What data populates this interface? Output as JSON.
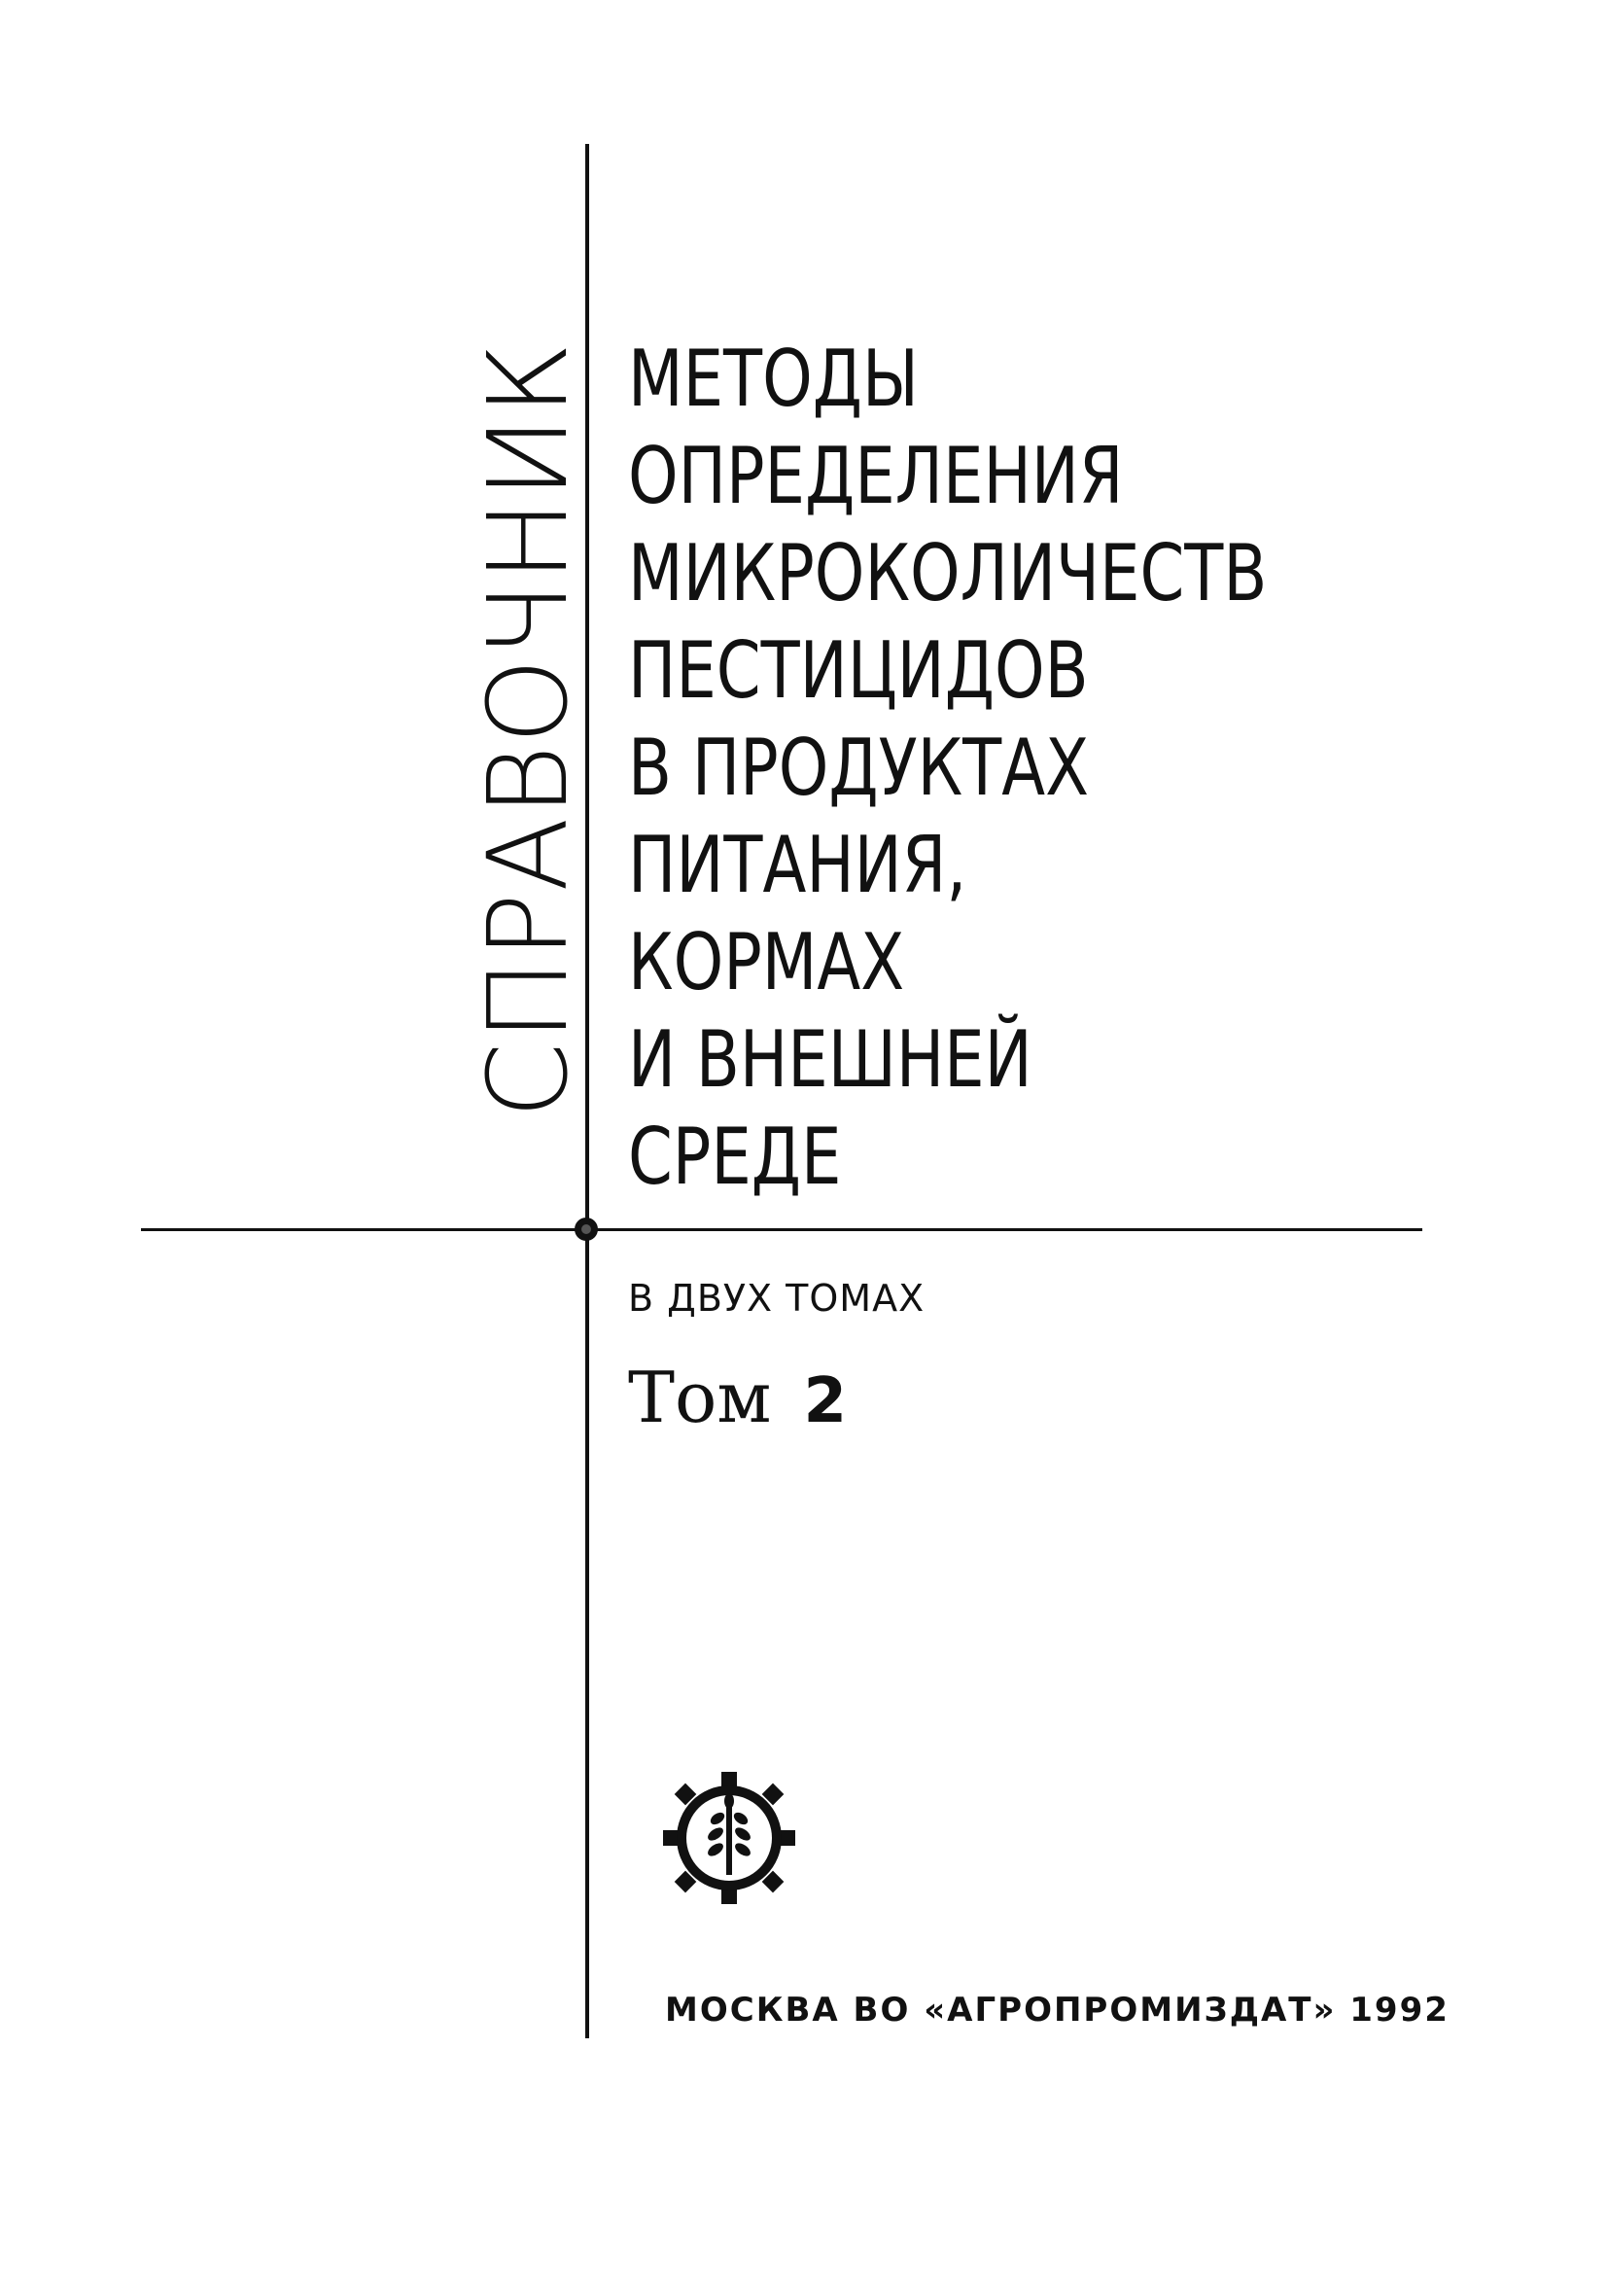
{
  "page": {
    "vertical_title": "СПРАВОЧНИК",
    "title_lines": [
      "МЕТОДЫ",
      "ОПРЕДЕЛЕНИЯ",
      "МИКРОКОЛИЧЕСТВ",
      "ПЕСТИЦИДОВ",
      "В ПРОДУКТАХ",
      "ПИТАНИЯ,",
      "КОРМАХ",
      "И ВНЕШНЕЙ",
      "СРЕДЕ"
    ],
    "volumes_note": "В ДВУХ ТОМАХ",
    "volume_label": "Том",
    "volume_number": "2",
    "imprint": "МОСКВА ВО «АГРОПРОМИЗДАТ» 1992",
    "logo_icon": "agropromizdat-gear-wheat-logo"
  }
}
